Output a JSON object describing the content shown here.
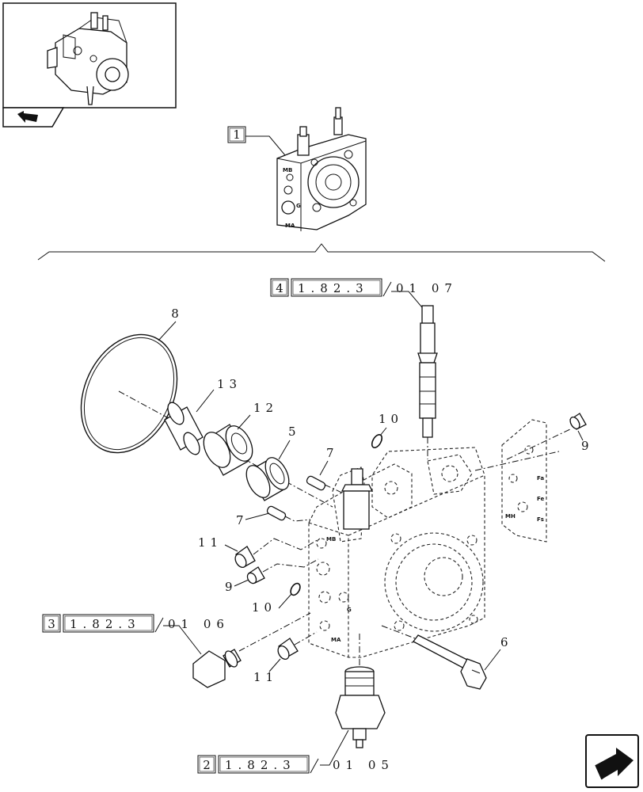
{
  "thumbnail": {
    "icon": "pump-overview-thumbnail"
  },
  "nav": {
    "back_icon": "back-arrow-icon",
    "forward_icon": "forward-arrow-icon"
  },
  "assembly": {
    "ref_number": "1"
  },
  "callouts": {
    "c8": "8",
    "c13": "13",
    "c12": "12",
    "c5": "5",
    "c7a": "7",
    "c7b": "7",
    "c10a": "10",
    "c10b": "10",
    "c11a": "11",
    "c11b": "11",
    "c9a": "9",
    "c9b": "9",
    "c6": "6"
  },
  "references": [
    {
      "box": "4",
      "code": "1.82.3",
      "suffix": "01 07"
    },
    {
      "box": "3",
      "code": "1.82.3",
      "suffix": "01 06"
    },
    {
      "box": "2",
      "code": "1.82.3",
      "suffix": "01 05"
    }
  ],
  "port_labels": {
    "mb": "MB",
    "ma": "MA",
    "g": "G",
    "fa": "Fa",
    "fe": "Fe",
    "fs": "Fs",
    "mh": "MH"
  }
}
